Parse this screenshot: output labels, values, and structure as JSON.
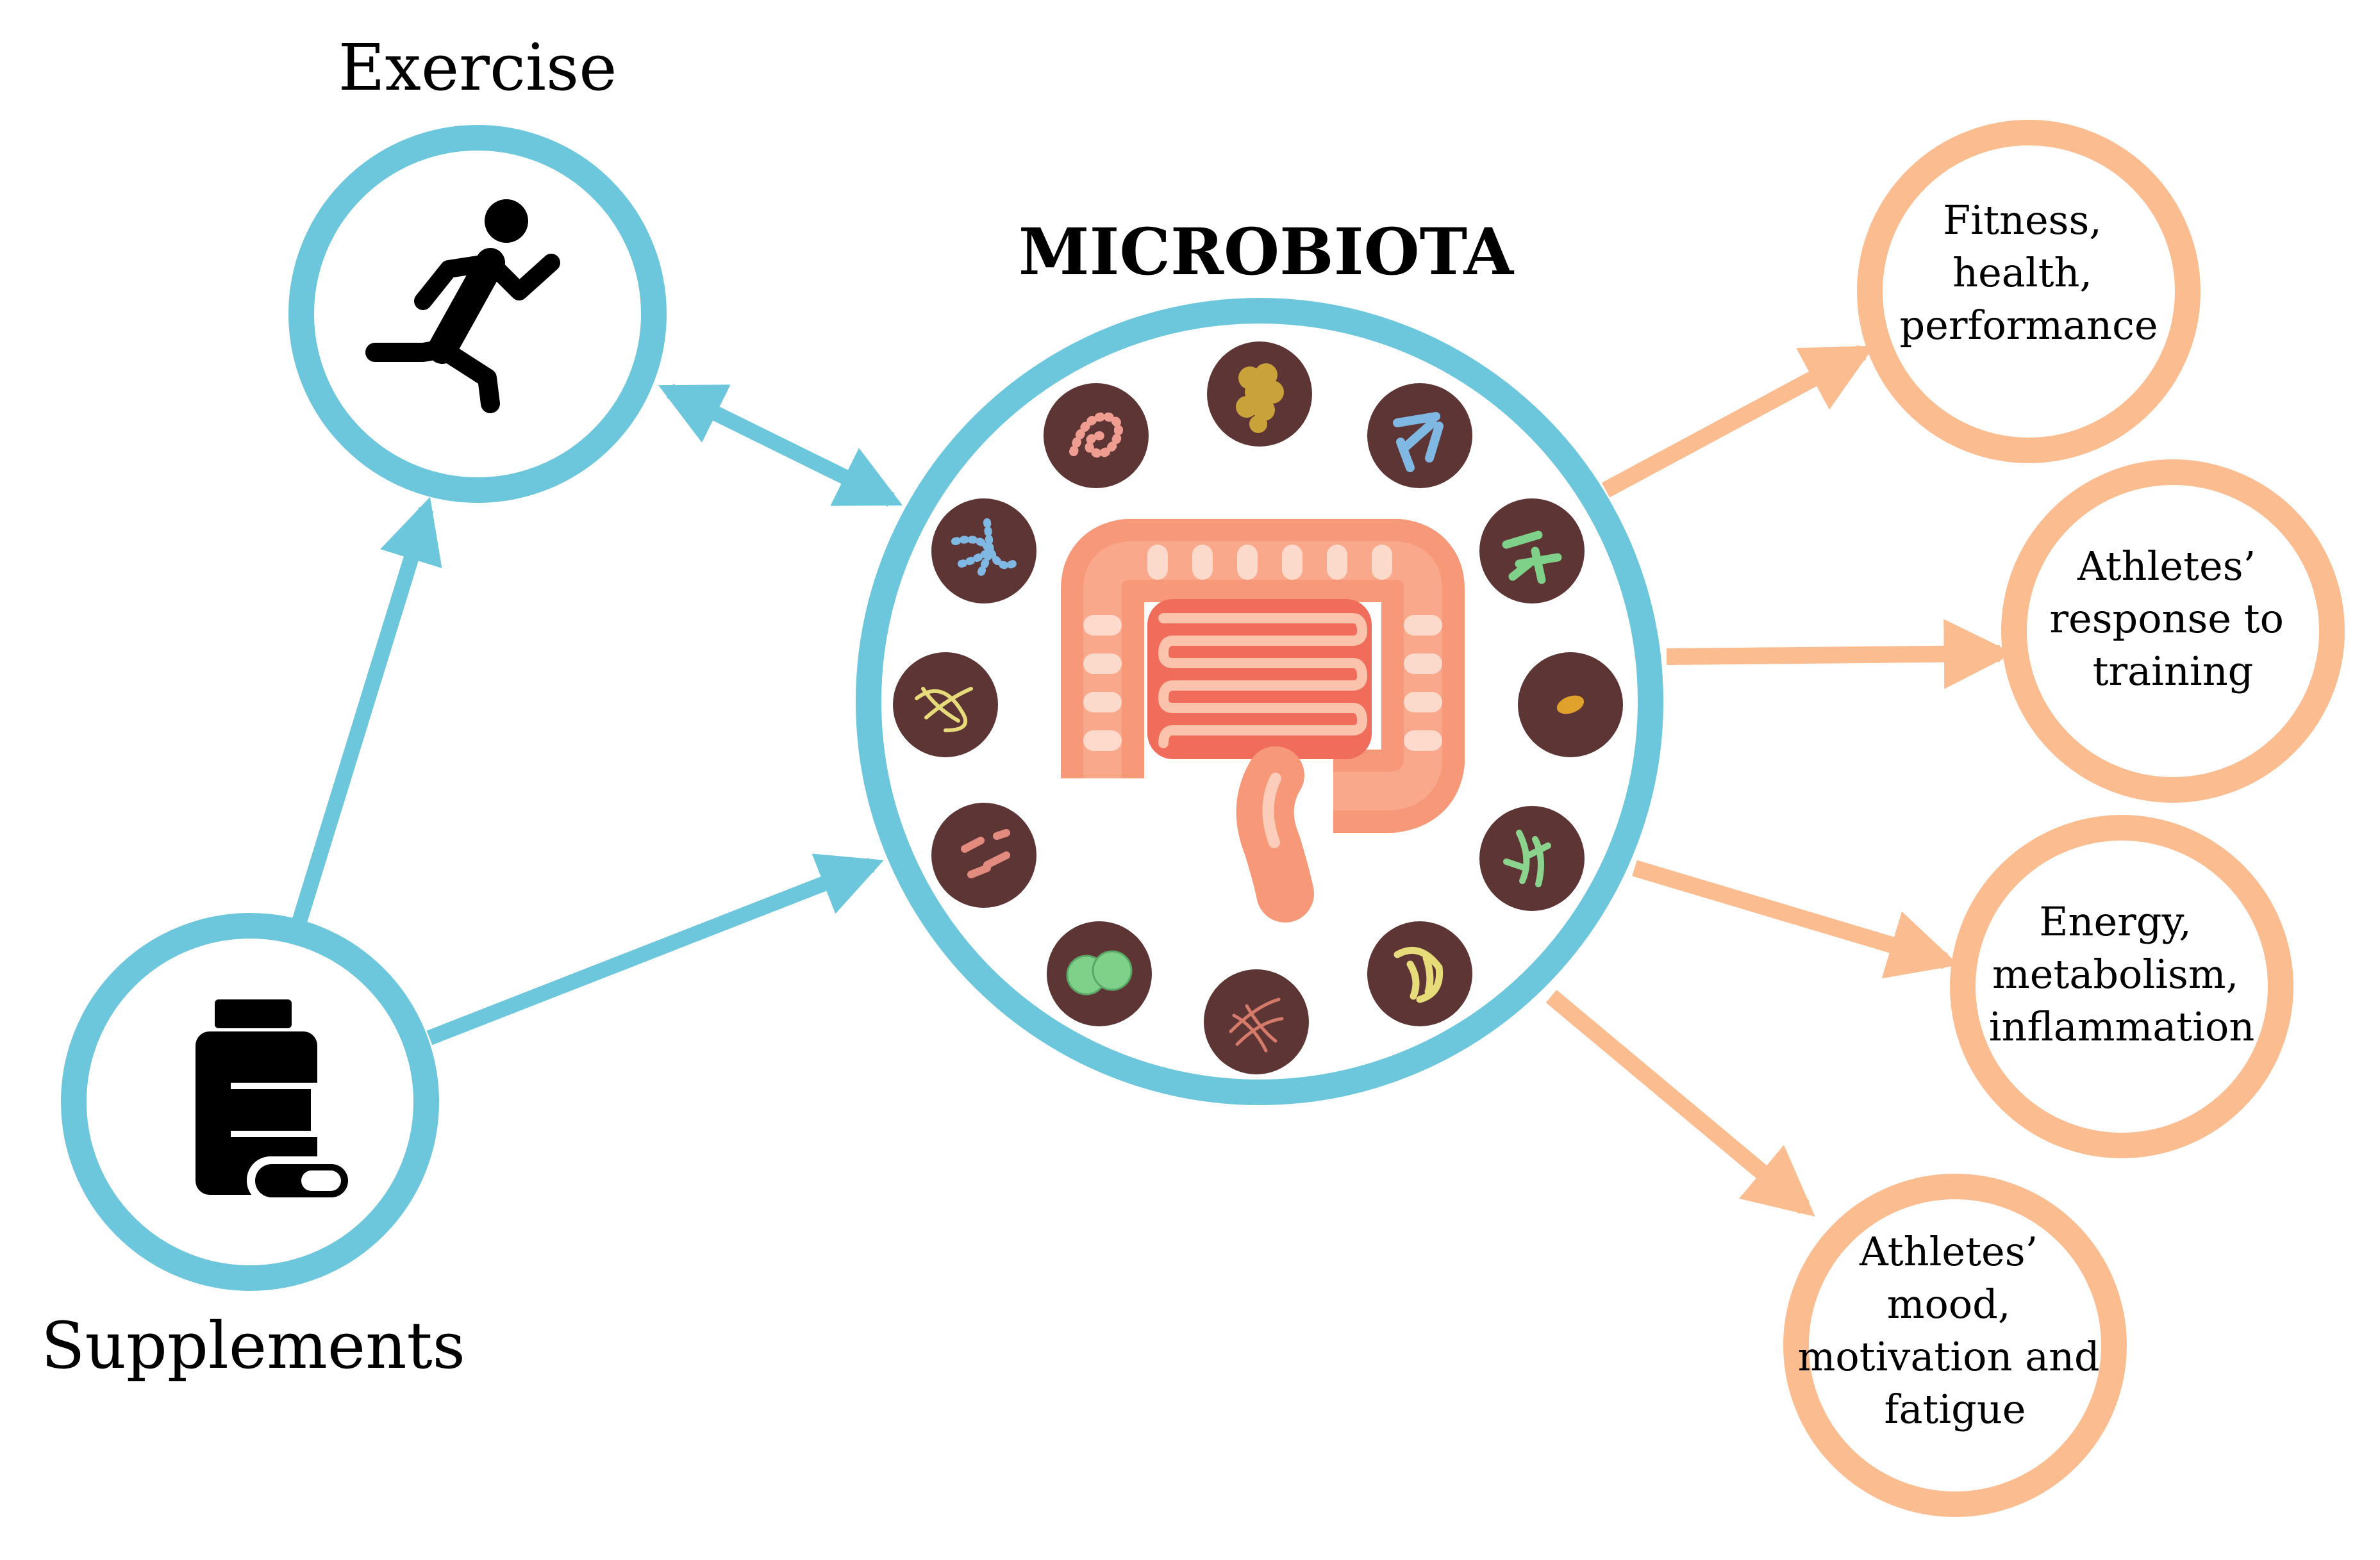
{
  "colors": {
    "blue": "#6cc7dc",
    "orange": "#fbbd8f",
    "microbe_bg": "#5d3535",
    "intestine": "#f79978",
    "intestine_dark": "#f06d5b",
    "intestine_light": "#fde3d6"
  },
  "labels": {
    "exercise": "Exercise",
    "supplements": "Supplements",
    "microbiota": "MICROBIOTA"
  },
  "outcomes": [
    {
      "lines": [
        "Fitness,",
        "health,",
        "performance"
      ]
    },
    {
      "lines": [
        "Athletes’",
        "response to",
        "training"
      ]
    },
    {
      "lines": [
        "Energy,",
        "metabolism,",
        "inflammation"
      ]
    },
    {
      "lines": [
        "Athletes’",
        "mood,",
        "motivation and",
        "fatigue"
      ]
    }
  ],
  "icons": {
    "exercise": "running-person-icon",
    "supplements": "pill-bottle-icon",
    "center": "intestine-icon",
    "microbes": "bacteria-icon"
  }
}
